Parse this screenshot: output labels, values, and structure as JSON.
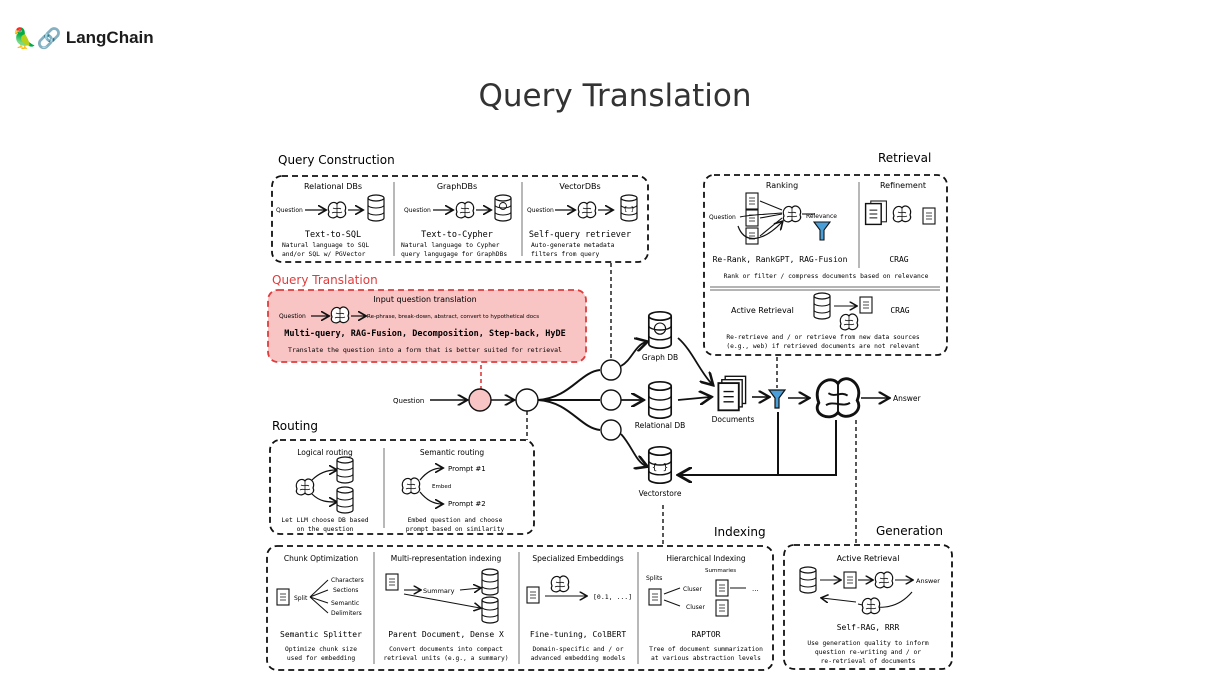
{
  "header": {
    "logo_text": "LangChain",
    "logo_icon": "parrot-link-icon",
    "title": "Query Translation"
  },
  "query_construction": {
    "title": "Query Construction",
    "relational": {
      "label": "Relational DBs",
      "q": "Question",
      "name": "Text-to-SQL",
      "desc1": "Natural language to SQL",
      "desc2": "and/or SQL w/ PGVector"
    },
    "graph": {
      "label": "GraphDBs",
      "q": "Question",
      "name": "Text-to-Cypher",
      "desc1": "Natural language to Cypher",
      "desc2": "query langugage for GraphDBs"
    },
    "vector": {
      "label": "VectorDBs",
      "q": "Question",
      "name": "Self-query retriever",
      "desc1": "Auto-generate metadata",
      "desc2": "filters from query"
    }
  },
  "query_translation": {
    "title": "Query Translation",
    "subtitle": "Input question translation",
    "q": "Question",
    "flow": "Re-phrase, break-down, abstract, convert to hypothetical docs",
    "methods": "Multi-query, RAG-Fusion, Decomposition, Step-back, HyDE",
    "desc": "Translate the question into a form that is better suited for retrieval",
    "accent": "#e03c3c",
    "fill": "#f8c4c4"
  },
  "routing": {
    "title": "Routing",
    "logical": {
      "label": "Logical routing",
      "desc1": "Let LLM choose DB based",
      "desc2": "on the question"
    },
    "semantic": {
      "label": "Semantic routing",
      "p1": "Prompt #1",
      "embed": "Embed",
      "p2": "Prompt #2",
      "desc1": "Embed question and choose",
      "desc2": "prompt based on similarity"
    }
  },
  "flow": {
    "question": "Question",
    "graph_db": "Graph DB",
    "relational_db": "Relational DB",
    "vectorstore": "Vectorstore",
    "documents": "Documents",
    "answer": "Answer",
    "vector_glyph": "{ }"
  },
  "retrieval": {
    "title": "Retrieval",
    "ranking": {
      "label": "Ranking",
      "q": "Question",
      "relevance": "Relevance",
      "methods": "Re-Rank, RankGPT, RAG-Fusion"
    },
    "refinement": {
      "label": "Refinement",
      "name": "CRAG"
    },
    "desc": "Rank or filter / compress documents based on relevance",
    "active": {
      "label": "Active Retrieval",
      "name": "CRAG",
      "desc1": "Re-retrieve and / or retrieve from new data sources",
      "desc2": "(e.g., web) if retrieved documents are not relevant"
    }
  },
  "indexing": {
    "title": "Indexing",
    "chunk": {
      "label": "Chunk Optimization",
      "split": "Split",
      "items": [
        "Characters",
        "Sections",
        "Semantic",
        "Delimiters"
      ],
      "name": "Semantic Splitter",
      "desc1": "Optimize chunk size",
      "desc2": "used for embedding"
    },
    "multi": {
      "label": "Multi-representation indexing",
      "summary": "Summary",
      "name": "Parent Document, Dense X",
      "desc1": "Convert documents into compact",
      "desc2": "retrieval units (e.g., a summary)"
    },
    "embed": {
      "label": "Specialized Embeddings",
      "vec": "[0.1, ...]",
      "name": "Fine-tuning, ColBERT",
      "desc1": "Domain-specific and / or",
      "desc2": "advanced embedding models"
    },
    "hier": {
      "label": "Hierarchical Indexing",
      "splits": "Splits",
      "summaries": "Summaries",
      "cluster": "Cluser",
      "ellipsis": "...",
      "name": "RAPTOR",
      "desc1": "Tree of document summarization",
      "desc2": "at various abstraction levels"
    }
  },
  "generation": {
    "title": "Generation",
    "label": "Active Retrieval",
    "answer": "Answer",
    "name": "Self-RAG, RRR",
    "desc1": "Use generation quality to inform",
    "desc2": "question re-writing and / or",
    "desc3": "re-retrieval of documents"
  }
}
